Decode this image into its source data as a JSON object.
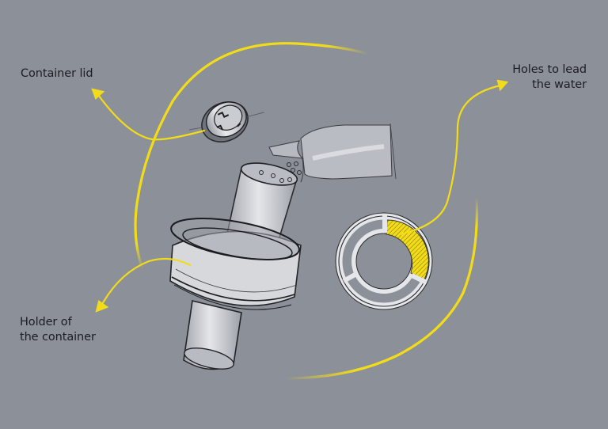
{
  "figure": {
    "type": "product-design-sketch",
    "background_color": "#8c9098",
    "accent_color": "#f2dc1a",
    "annotations": [
      {
        "id": "lid",
        "lines": [
          "Container lid"
        ],
        "points_to": "container-lid"
      },
      {
        "id": "holes",
        "lines": [
          "Holes to lead",
          "the water"
        ],
        "points_to": "filter-ring-holes"
      },
      {
        "id": "holder",
        "lines": [
          "Holder of",
          "the container"
        ],
        "points_to": "container-holder-ring"
      }
    ],
    "parts": [
      "container-lid",
      "container-cylinder",
      "container-holder-ring",
      "pouring-vessel",
      "filter-ring-with-holes"
    ]
  }
}
